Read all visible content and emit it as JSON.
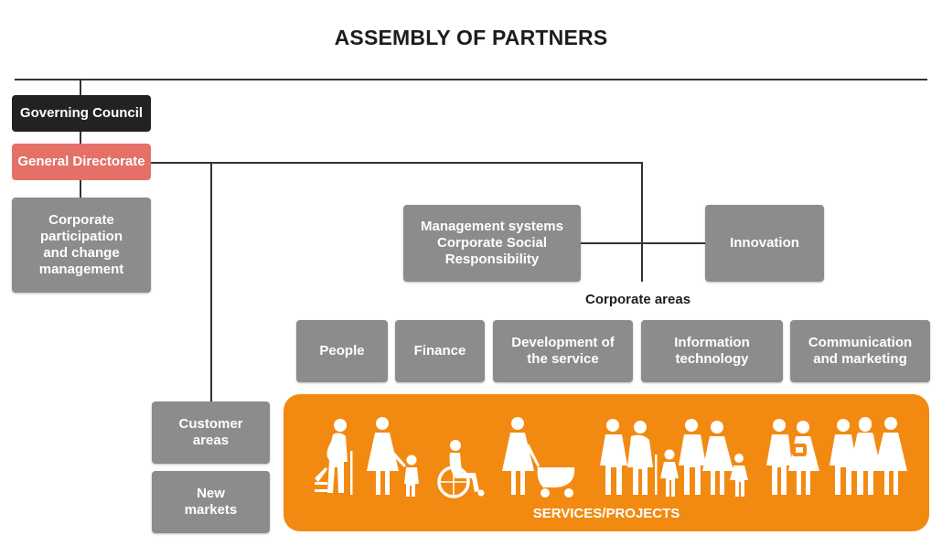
{
  "title": "ASSEMBLY OF PARTNERS",
  "governing_council": "Governing Council",
  "general_directorate": "General Directorate",
  "corporate_participation": "Corporate\nparticipation\nand change\nmanagement",
  "management_systems": "Management systems\nCorporate Social\nResponsibility",
  "innovation": "Innovation",
  "corporate_areas_label": "Corporate areas",
  "corporate_areas": [
    "People",
    "Finance",
    "Development of\nthe service",
    "Information\ntechnology",
    "Communication\nand marketing"
  ],
  "customer_areas": "Customer\nareas",
  "new_markets": "New\nmarkets",
  "services_label": "SERVICES/PROJECTS",
  "colors": {
    "grey_box": "#8c8c8c",
    "dark_box": "#222222",
    "red_box": "#e57067",
    "services": "#f28a12"
  },
  "icons": [
    "elderly-with-cane-and-walker-icon",
    "woman-with-child-icon",
    "wheelchair-user-icon",
    "woman-with-stroller-icon",
    "caregiver-with-elderly-icon",
    "family-icon",
    "parent-with-baby-icon",
    "male-couple-icon",
    "female-couple-icon"
  ]
}
